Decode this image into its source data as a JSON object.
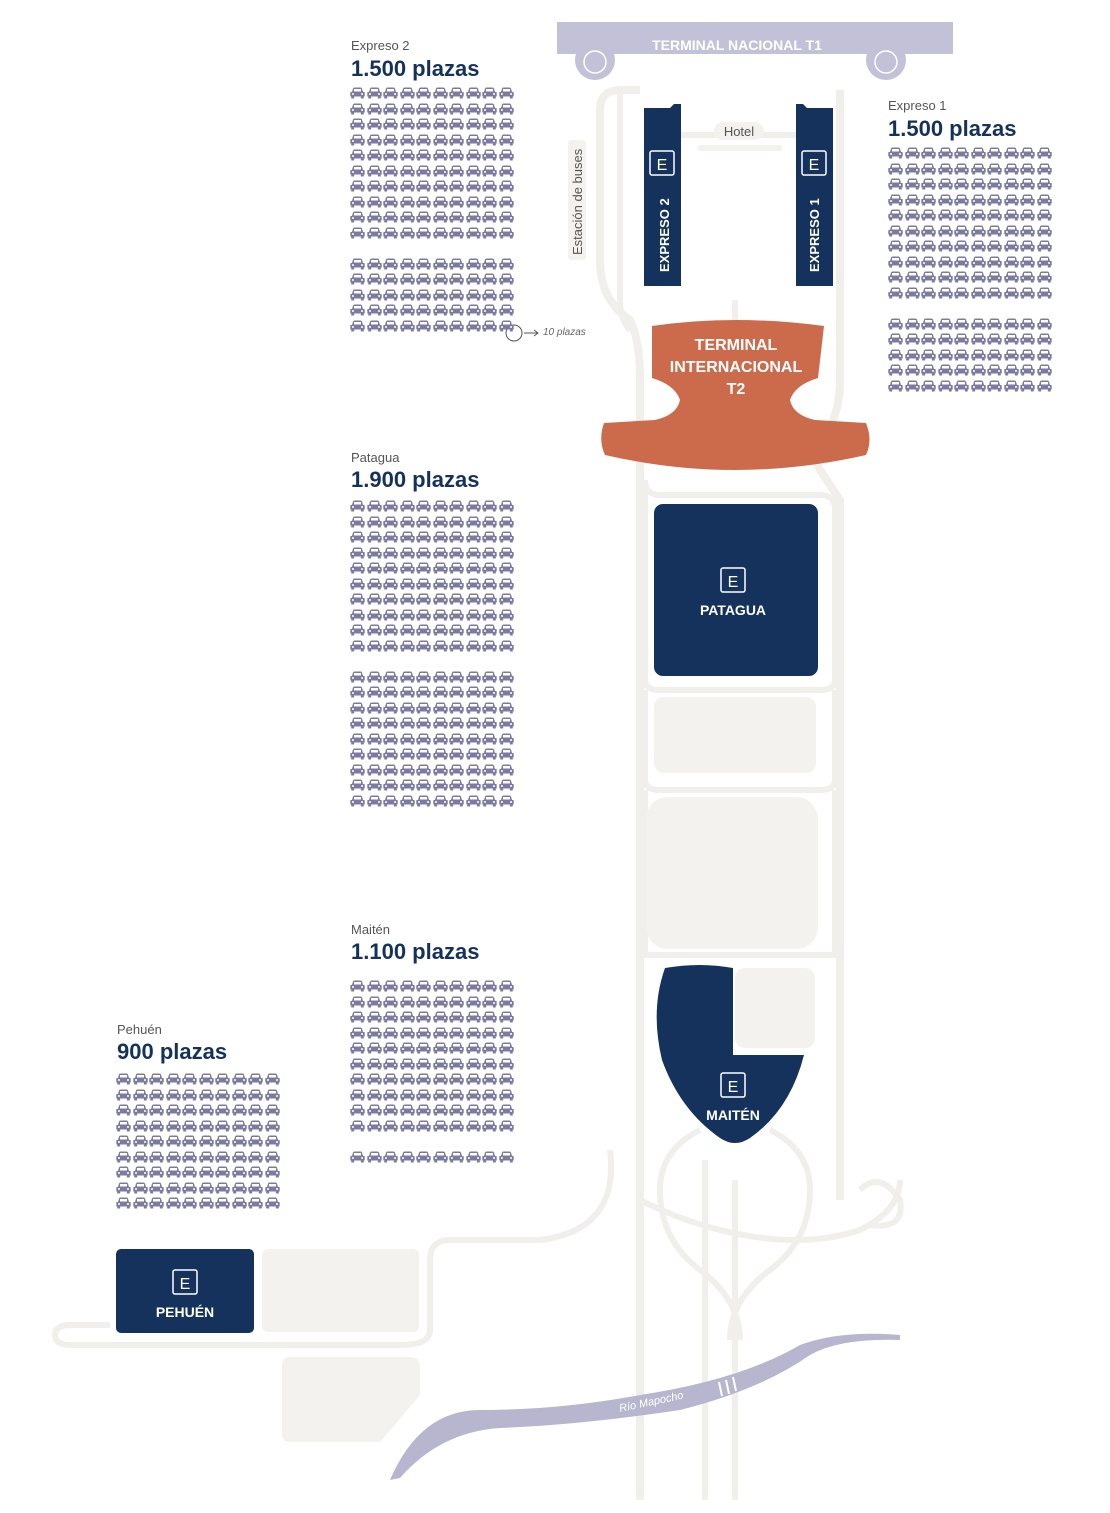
{
  "terminal_t1": "TERMINAL NACIONAL T1",
  "terminal_t2": [
    "TERMINAL",
    "INTERNACIONAL",
    "T2"
  ],
  "hotel": "Hotel",
  "bus_station": "Estación de buses",
  "river": "Río Mapocho",
  "legend_note": "10 plazas",
  "parking_symbol": "E",
  "lots": {
    "expreso1": {
      "name": "Expreso 1",
      "capacity": "1.500 plazas",
      "rows": 15,
      "label": "EXPRESO 1"
    },
    "expreso2": {
      "name": "Expreso 2",
      "capacity": "1.500 plazas",
      "rows": 15,
      "label": "EXPRESO 2"
    },
    "patagua": {
      "name": "Patagua",
      "capacity": "1.900 plazas",
      "rows": 19,
      "label": "PATAGUA"
    },
    "maiten": {
      "name": "Maitén",
      "capacity": "1.100 plazas",
      "rows": 11,
      "label": "MAITÉN"
    },
    "pehuen": {
      "name": "Pehuén",
      "capacity": "900 plazas",
      "rows": 9,
      "label": "PEHUÉN"
    }
  },
  "colors": {
    "navy": "#14325c",
    "terminal_t2": "#cc6b4b",
    "terminal_t1": "#c3c1d8",
    "car_icon": "#7c7a9e",
    "road": "#f0efeb",
    "river": "#b8b6cf"
  }
}
